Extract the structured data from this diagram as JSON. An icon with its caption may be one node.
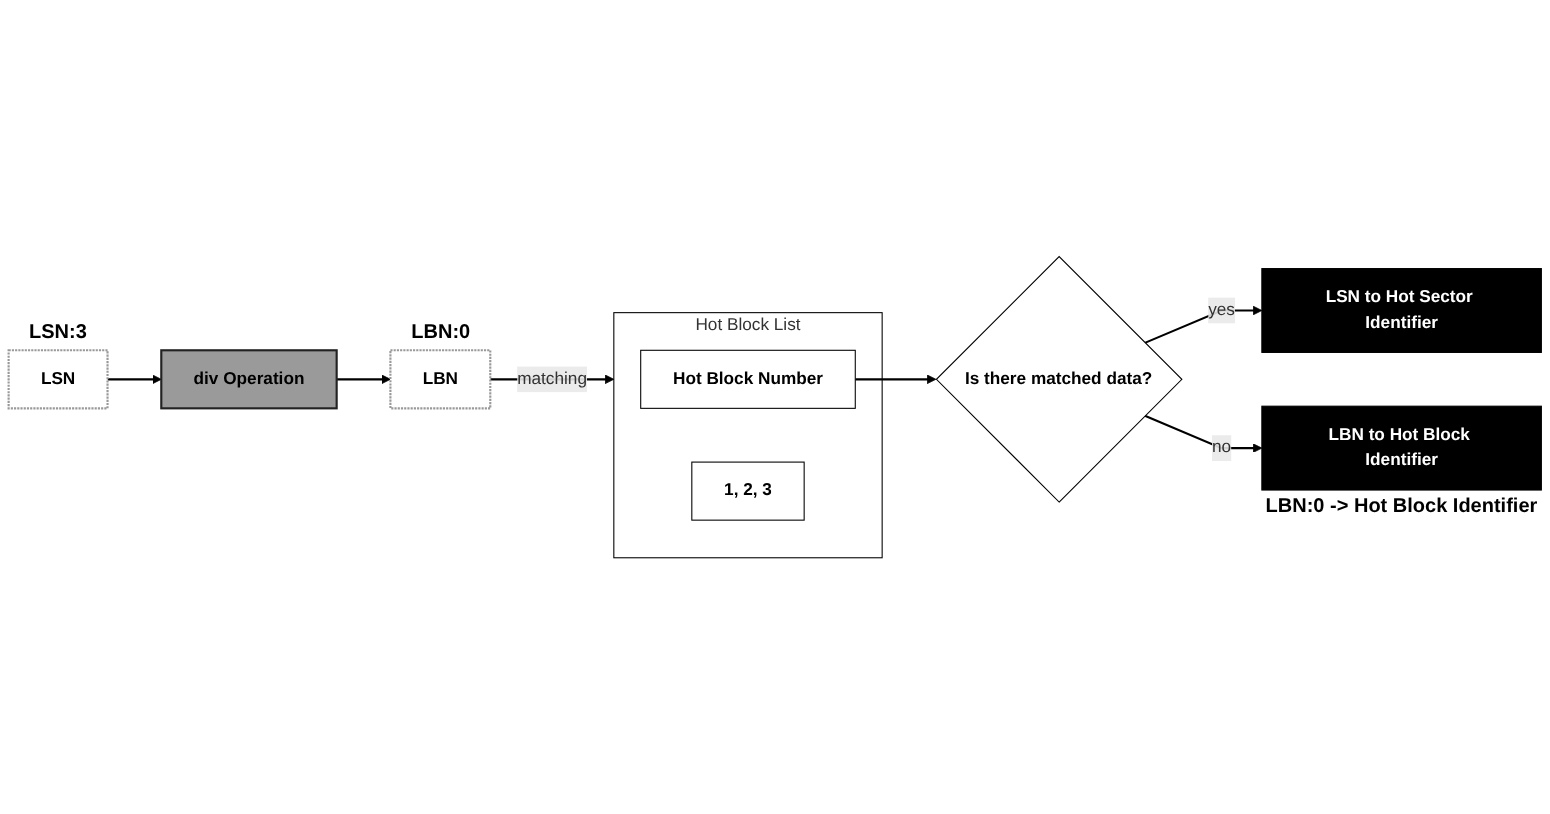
{
  "diagram": {
    "nodes": [
      {
        "text": [
          "LSN"
        ],
        "beside": [
          "LSN:3"
        ]
      },
      {
        "text": [
          "div Operation"
        ]
      },
      {
        "text": [
          "LBN"
        ],
        "beside": [
          "LBN:0"
        ]
      },
      {
        "text": [
          "Hot Block List"
        ]
      },
      {
        "text": [
          "Hot Block Number"
        ],
        "in": 3
      },
      {
        "text": [
          "1, 2, 3"
        ],
        "in": 3
      },
      {
        "text": [
          "Is there matched data?"
        ]
      },
      {
        "text": [
          "LSN to Hot Sector Identifier"
        ]
      },
      {
        "text": [
          "LBN to Hot Block Identifier"
        ],
        "beside": [
          "LBN:0 -> Hot Block Identifier"
        ]
      }
    ],
    "edges": [
      {
        "from": 0,
        "to": 1,
        "arrow": "to"
      },
      {
        "from": 1,
        "to": 2,
        "arrow": "to"
      },
      {
        "from": 2,
        "to": 3,
        "arrow": "to",
        "label": "matching"
      },
      {
        "from": 4,
        "to": 6,
        "arrow": "to"
      },
      {
        "from": 6,
        "to": 7,
        "arrow": "to",
        "label": "yes"
      },
      {
        "from": 6,
        "to": 8,
        "arrow": "to",
        "label": "no"
      }
    ]
  }
}
